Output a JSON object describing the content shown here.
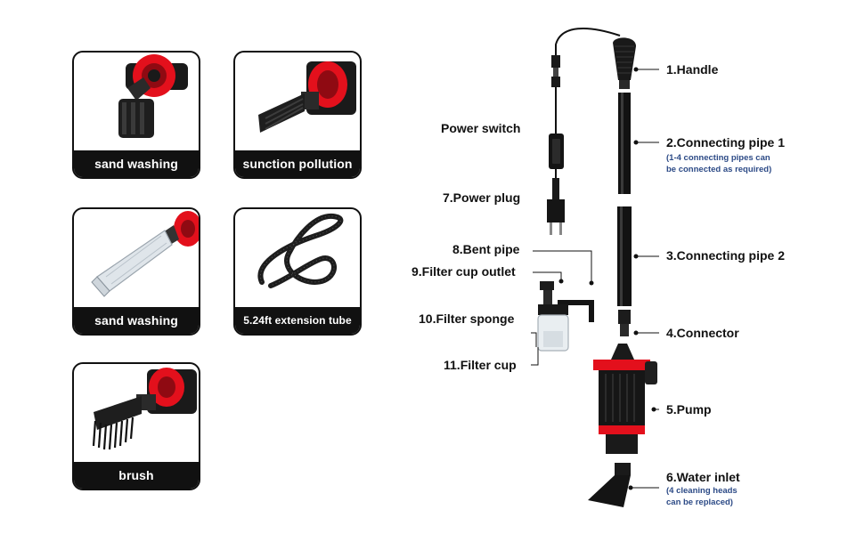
{
  "accessory_cards": [
    {
      "caption": "sand washing"
    },
    {
      "caption": "sunction pollution"
    },
    {
      "caption": "sand washing"
    },
    {
      "caption": "5.24ft extension tube"
    },
    {
      "caption": "brush"
    }
  ],
  "colors": {
    "accent_red": "#e3101c",
    "body_black": "#111111",
    "note_blue": "#2c4a86"
  },
  "parts": {
    "handle": "1.Handle",
    "pipe1": "2.Connecting pipe 1",
    "pipe1_note_line1": "(1-4 connecting pipes can",
    "pipe1_note_line2": "be connected as required)",
    "pipe2": "3.Connecting pipe 2",
    "connector": "4.Connector",
    "pump": "5.Pump",
    "inlet": "6.Water inlet",
    "inlet_note_line1": "(4 cleaning heads",
    "inlet_note_line2": "can be replaced)",
    "power_switch": "Power switch",
    "power_plug": "7.Power plug",
    "bent_pipe": "8.Bent pipe",
    "filter_outlet": "9.Filter cup outlet",
    "filter_sponge": "10.Filter sponge",
    "filter_cup": "11.Filter cup"
  }
}
